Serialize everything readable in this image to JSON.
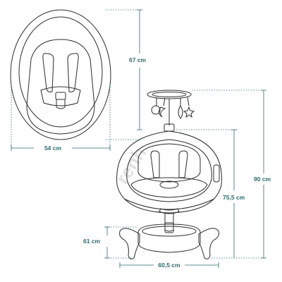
{
  "colors": {
    "line": "#2b2b2b",
    "dim": "#2e6b6b",
    "watermark": "#e2e2e2"
  },
  "watermark": "renh",
  "dimensions": {
    "top_width": "54 cm",
    "top_depth": "67 cm",
    "total_height": "90 cm",
    "seat_height": "75,5 cm",
    "base_height": "61 cm",
    "base_width": "60,5 cm"
  }
}
